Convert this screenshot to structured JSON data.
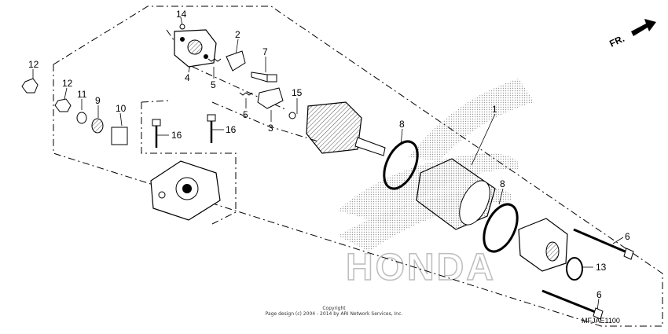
{
  "diagram": {
    "orientation_label": "FR.",
    "watermark": "HONDA",
    "copyright_line1": "Copyright",
    "copyright_line2": "Page design (c) 2004 - 2014 by ARI Network Services, Inc.",
    "diagram_code": "MFJAE1100",
    "callouts": [
      "14",
      "2",
      "7",
      "4",
      "5",
      "5",
      "3",
      "15",
      "1",
      "12",
      "12",
      "11",
      "9",
      "10",
      "16",
      "16",
      "8",
      "8",
      "6",
      "13",
      "6"
    ]
  }
}
